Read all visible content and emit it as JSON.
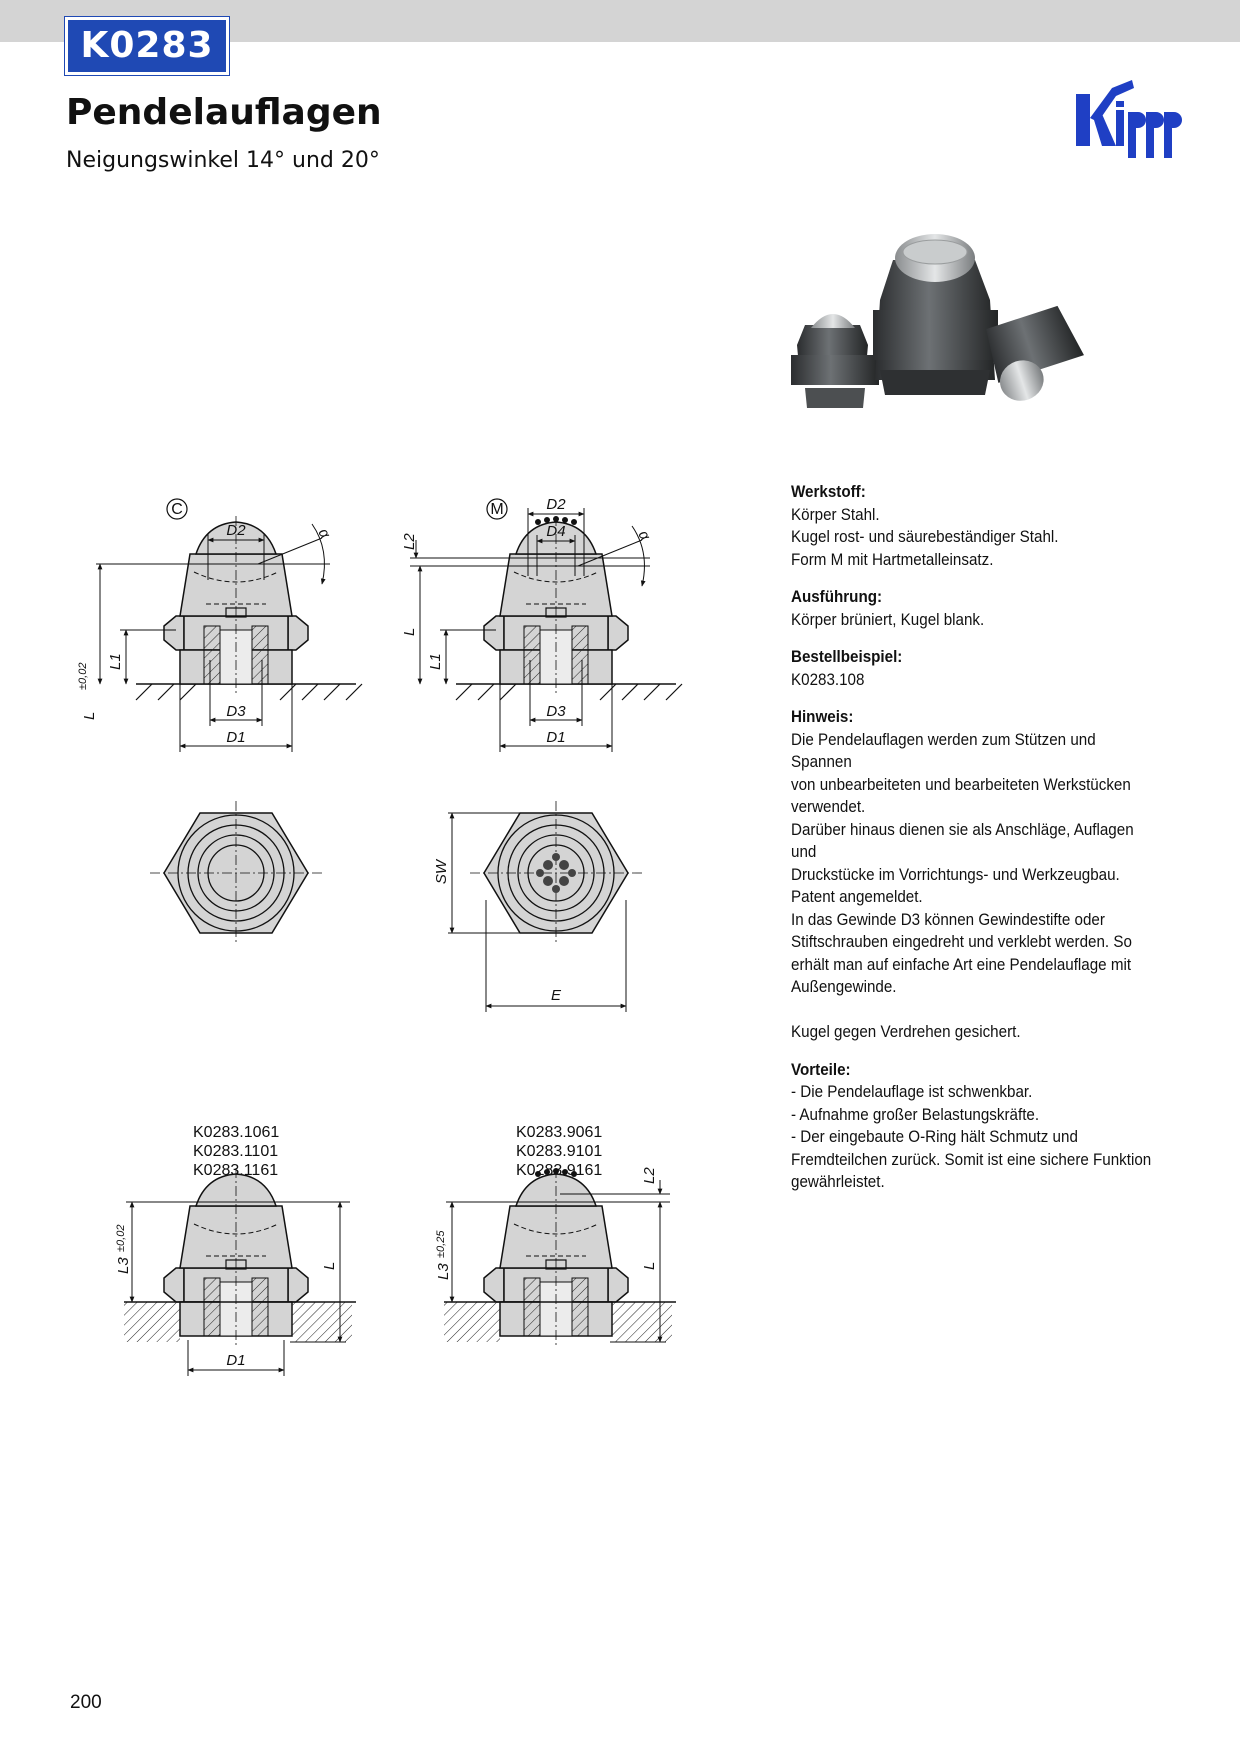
{
  "header": {
    "code": "K0283",
    "title": "Pendelauflagen",
    "subtitle": "Neigungswinkel 14° und 20°"
  },
  "logo": {
    "text": "Kipp",
    "color": "#1f3fc4"
  },
  "accent_color": "#1f49b4",
  "drawing": {
    "form_c": "C",
    "form_m": "M",
    "labels": {
      "d2": "D2",
      "d4": "D4",
      "d3": "D3",
      "d1": "D1",
      "l": "L",
      "l1": "L1",
      "l2": "L2",
      "l3": "L3",
      "sw": "SW",
      "e": "E",
      "alpha": "α",
      "tol_l": "±0,02",
      "tol_l3_c": "±0,02",
      "tol_l3_m": "±0,25"
    },
    "variants_c": [
      "K0283.1061",
      "K0283.1101",
      "K0283.1161"
    ],
    "variants_m": [
      "K0283.9061",
      "K0283.9101",
      "K0283.9161"
    ]
  },
  "info": {
    "werkstoff": {
      "title": "Werkstoff:",
      "lines": [
        "Körper Stahl.",
        "Kugel rost- und säurebeständiger Stahl.",
        "Form M mit Hartmetalleinsatz."
      ]
    },
    "ausfuehrung": {
      "title": "Ausführung:",
      "lines": [
        "Körper brüniert, Kugel blank."
      ]
    },
    "bestellbeispiel": {
      "title": "Bestellbeispiel:",
      "lines": [
        "K0283.108"
      ]
    },
    "hinweis": {
      "title": "Hinweis:",
      "lines": [
        "Die Pendelauflagen werden zum Stützen und Spannen",
        "von unbearbeiteten und bearbeiteten Werkstücken",
        "verwendet.",
        "Darüber hinaus dienen sie als Anschläge, Auflagen und",
        "Druckstücke im Vorrichtungs- und Werkzeugbau.",
        "Patent angemeldet.",
        "In das Gewinde D3 können Gewindestifte oder",
        "Stiftschrauben eingedreht und verklebt werden. So",
        "erhält man auf einfache Art eine Pendelauflage mit",
        "Außengewinde."
      ],
      "extra": "Kugel gegen Verdrehen gesichert."
    },
    "vorteile": {
      "title": "Vorteile:",
      "lines": [
        "- Die Pendelauflage ist schwenkbar.",
        "- Aufnahme großer Belastungskräfte.",
        "- Der eingebaute O-Ring hält Schmutz und",
        "Fremdteilchen zurück. Somit ist eine sichere Funktion",
        "gewährleistet."
      ]
    }
  },
  "page_number": "200"
}
